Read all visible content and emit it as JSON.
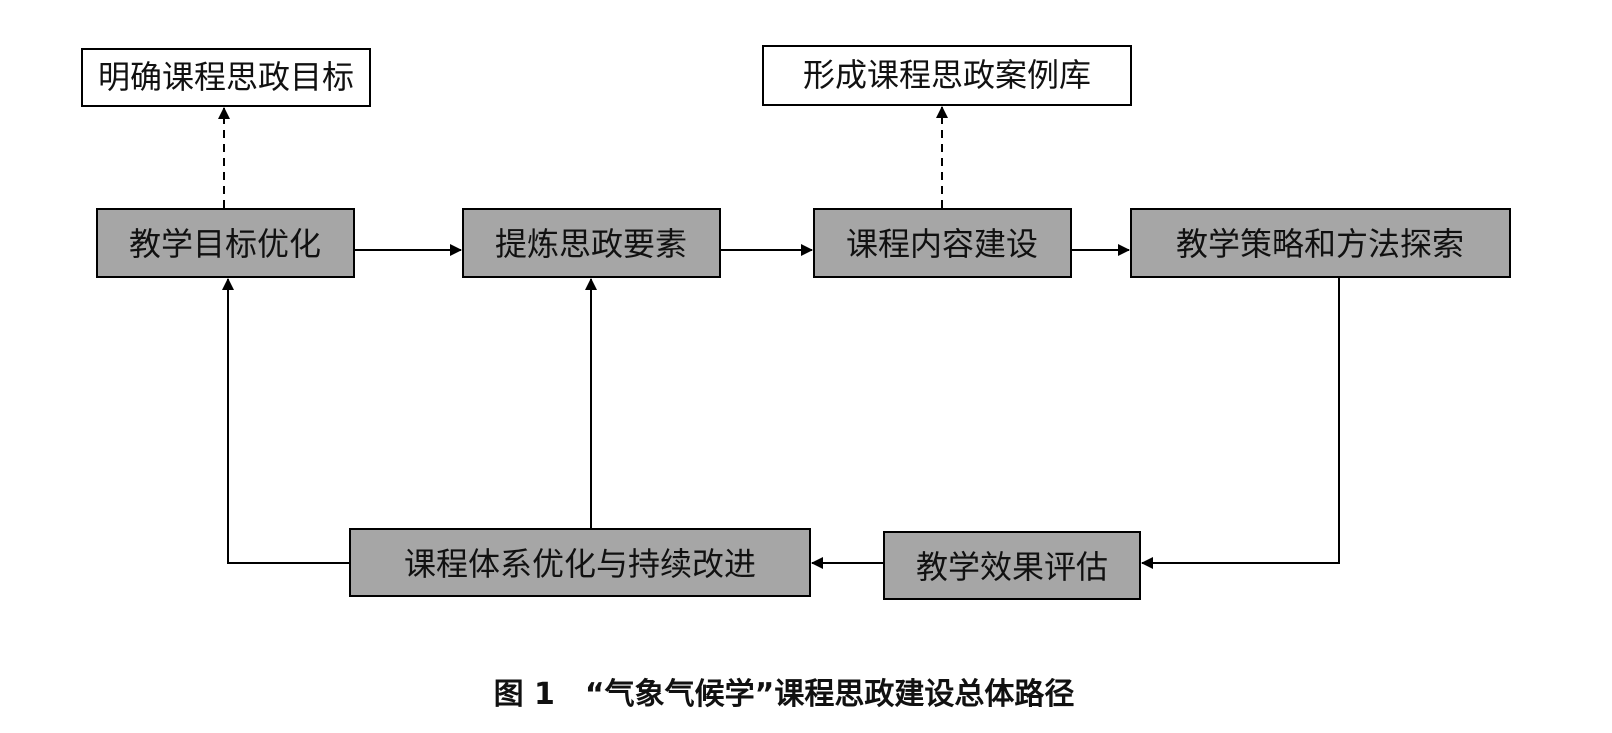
{
  "diagram": {
    "colors": {
      "process_fill": "#a6a6a6",
      "outcome_fill": "#ffffff",
      "stroke": "#000000"
    },
    "boxes": {
      "goal": "明确课程思政目标",
      "case_library": "形成课程思政案例库",
      "objective_opt": "教学目标优化",
      "extract": "提炼思政要素",
      "content": "课程内容建设",
      "strategy": "教学策略和方法探索",
      "system_opt": "课程体系优化与持续改进",
      "evaluation": "教学效果评估"
    },
    "caption": "图 1　“气象气候学”课程思政建设总体路径"
  }
}
